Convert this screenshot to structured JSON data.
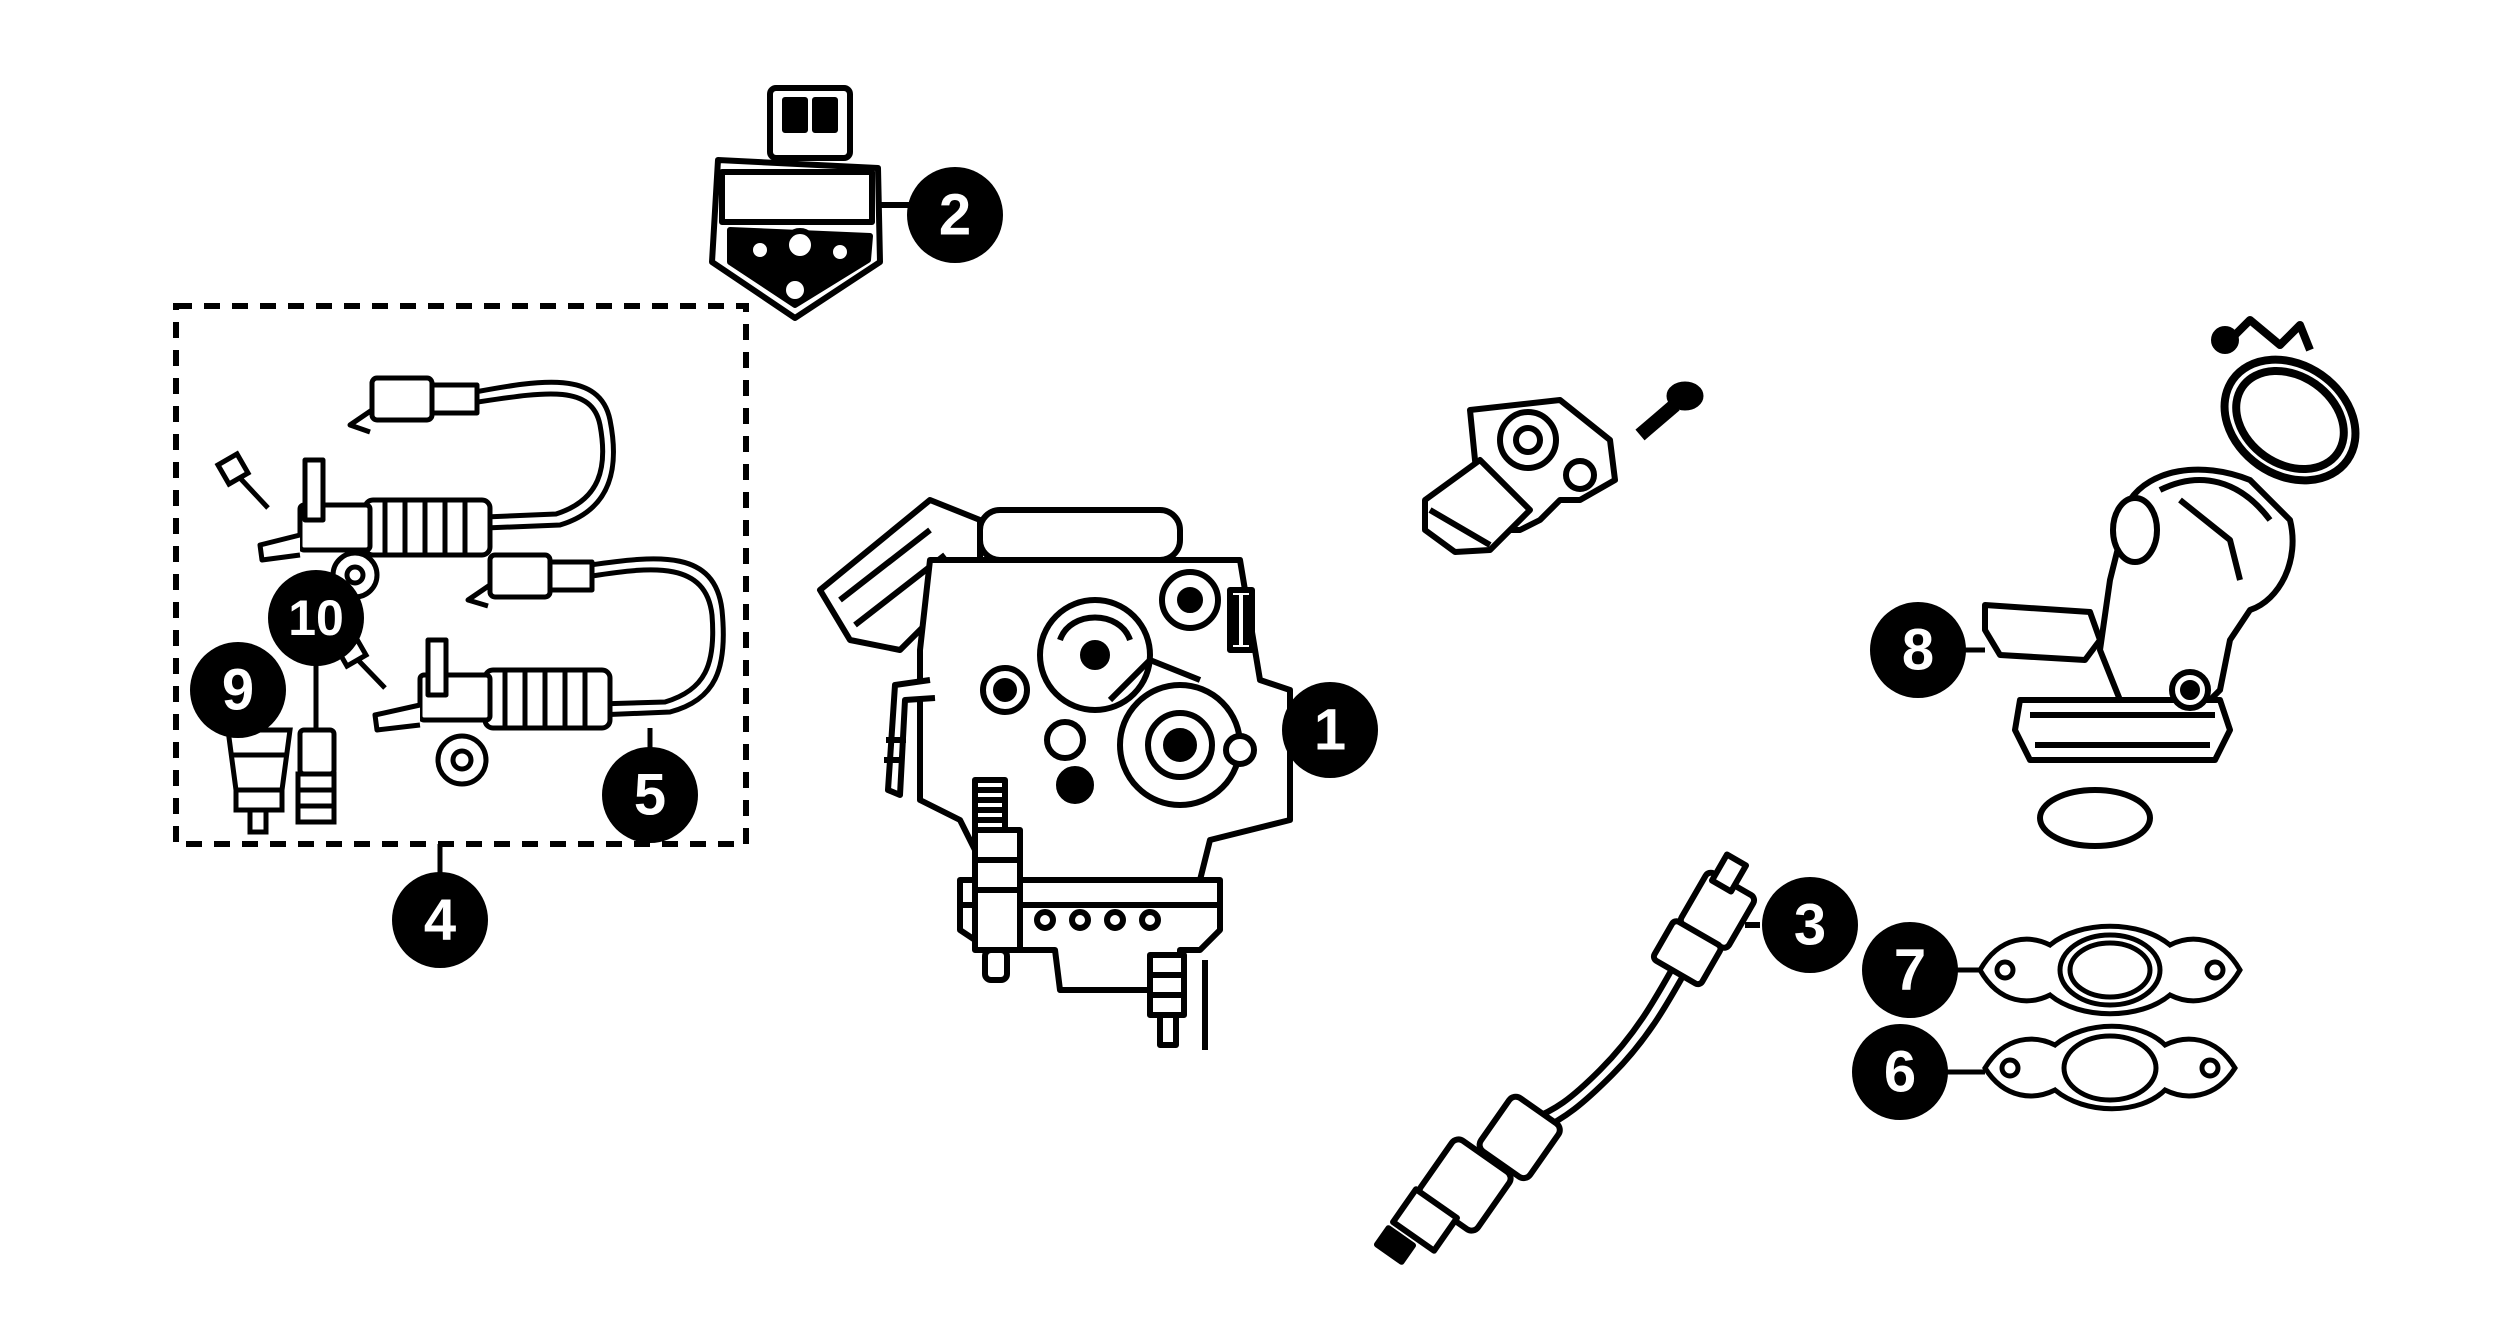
{
  "diagram": {
    "colors": {
      "ink": "#000000",
      "paper": "#ffffff",
      "label_fill": "#000000",
      "label_text": "#ffffff"
    },
    "callouts": [
      {
        "id": "1",
        "label": "1",
        "part": "carburetor"
      },
      {
        "id": "2",
        "label": "2",
        "part": "relay"
      },
      {
        "id": "3",
        "label": "3",
        "part": "sensor-harness"
      },
      {
        "id": "4",
        "label": "4",
        "part": "solenoid-kit-group"
      },
      {
        "id": "5",
        "label": "5",
        "part": "solenoid-valve"
      },
      {
        "id": "6",
        "label": "6",
        "part": "gasket-inner"
      },
      {
        "id": "7",
        "label": "7",
        "part": "gasket-outer"
      },
      {
        "id": "8",
        "label": "8",
        "part": "intake-manifold"
      },
      {
        "id": "9",
        "label": "9",
        "part": "filter-cap"
      },
      {
        "id": "10",
        "label": "10",
        "part": "connector-pin"
      }
    ]
  }
}
